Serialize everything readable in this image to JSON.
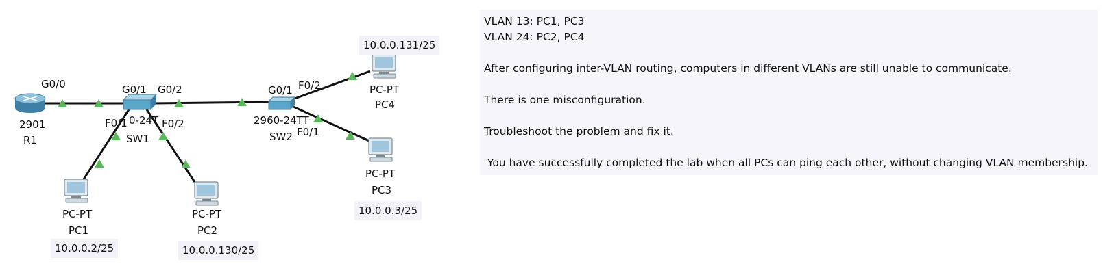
{
  "devices": {
    "r1": {
      "model": "2901",
      "name": "R1"
    },
    "sw1": {
      "model": "0-24T",
      "name": "SW1"
    },
    "sw2": {
      "model": "2960-24TT",
      "name": "SW2"
    },
    "pc1": {
      "type": "PC-PT",
      "name": "PC1",
      "ip": "10.0.0.2/25"
    },
    "pc2": {
      "type": "PC-PT",
      "name": "PC2",
      "ip": "10.0.0.130/25"
    },
    "pc3": {
      "type": "PC-PT",
      "name": "PC3",
      "ip": "10.0.0.3/25"
    },
    "pc4": {
      "type": "PC-PT",
      "name": "PC4",
      "ip": "10.0.0.131/25"
    }
  },
  "ports": {
    "r1_g00": "G0/0",
    "sw1_g01": "G0/1",
    "sw1_g02": "G0/2",
    "sw1_f01": "F0/1",
    "sw1_f02": "F0/2",
    "sw2_g01": "G0/1",
    "sw2_f02": "F0/2",
    "sw2_f01": "F0/1"
  },
  "instructions": {
    "vlan13": "VLAN 13: PC1, PC3",
    "vlan24": "VLAN 24: PC2, PC4",
    "problem": "After configuring inter-VLAN routing, computers in different VLANs are still unable to communicate.",
    "misconfig": "There is one misconfiguration.",
    "task": "Troubleshoot the problem and fix it.",
    "success": " You have successfully completed the lab when all PCs can ping each other, without changing VLAN membership."
  },
  "colors": {
    "link": "#111111",
    "link_up": "#5cb85c",
    "device": "#5aa6c8"
  },
  "icons": {
    "router": "router-icon",
    "switch": "switch-icon",
    "pc": "pc-icon"
  }
}
